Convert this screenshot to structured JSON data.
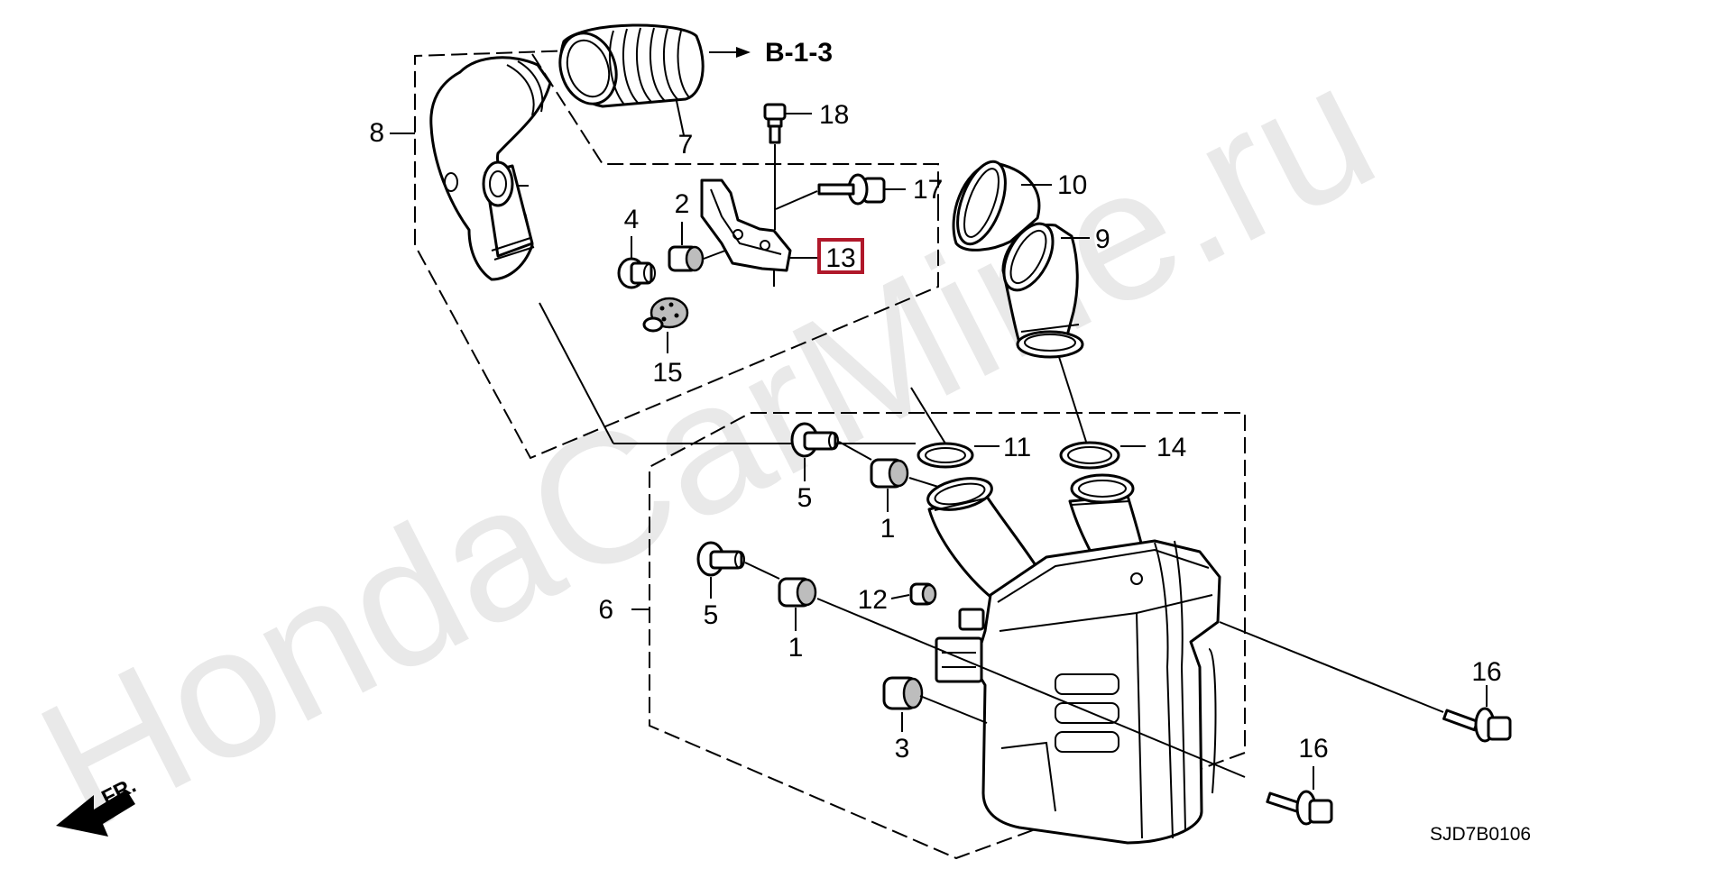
{
  "watermark": "HondaCarMine.ru",
  "reference": "B-1-3",
  "diagram_code": "SJD7B0106",
  "direction_label": "FR.",
  "highlight_color": "#b0182a",
  "callouts": {
    "c8": "8",
    "c7": "7",
    "c18": "18",
    "c4": "4",
    "c2": "2",
    "c17": "17",
    "c13": "13",
    "c15": "15",
    "c10": "10",
    "c9": "9",
    "c11": "11",
    "c14": "14",
    "c5a": "5",
    "c1a": "1",
    "c5b": "5",
    "c1b": "1",
    "c12": "12",
    "c6": "6",
    "c3": "3",
    "c16a": "16",
    "c16b": "16"
  }
}
